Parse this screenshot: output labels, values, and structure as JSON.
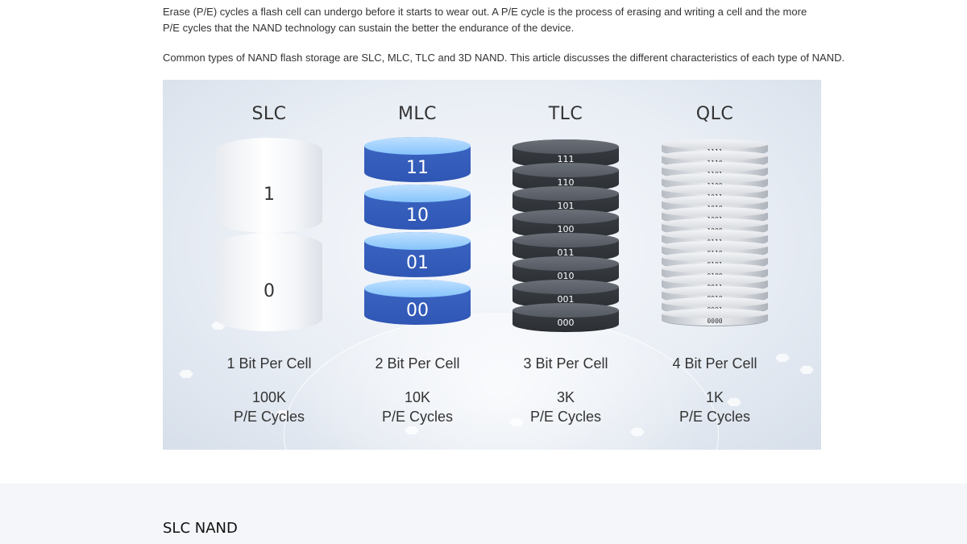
{
  "article": {
    "paragraph1": "Erase (P/E) cycles a flash cell can undergo before it starts to wear out. A P/E cycle is the process of erasing and writing a cell and the more P/E cycles that the NAND technology can sustain the better the endurance of the device.",
    "paragraph2": "Common types of NAND flash storage are SLC, MLC, TLC and 3D NAND. This article discusses the different characteristics of each type of NAND."
  },
  "figure": {
    "columns": [
      {
        "type": "SLC",
        "levels": [
          "1",
          "0"
        ],
        "bits": "1 Bit Per Cell",
        "cycles_value": "100K",
        "cycles_unit": "P/E Cycles",
        "color": "#f4f6f9"
      },
      {
        "type": "MLC",
        "levels": [
          "11",
          "10",
          "01",
          "00"
        ],
        "bits": "2 Bit Per Cell",
        "cycles_value": "10K",
        "cycles_unit": "P/E Cycles",
        "color": "#2f56b4"
      },
      {
        "type": "TLC",
        "levels": [
          "111",
          "110",
          "101",
          "100",
          "011",
          "010",
          "001",
          "000"
        ],
        "bits": "3 Bit Per Cell",
        "cycles_value": "3K",
        "cycles_unit": "P/E Cycles",
        "color": "#2c3035"
      },
      {
        "type": "QLC",
        "levels": [
          "1111",
          "1110",
          "1101",
          "1100",
          "1011",
          "1010",
          "1001",
          "1000",
          "0111",
          "0110",
          "0101",
          "0100",
          "0011",
          "0010",
          "0001",
          "0000"
        ],
        "bits": "4 Bit Per Cell",
        "cycles_value": "1K",
        "cycles_unit": "P/E Cycles",
        "color": "#d6d9de"
      }
    ]
  },
  "section": {
    "heading": "SLC NAND"
  }
}
